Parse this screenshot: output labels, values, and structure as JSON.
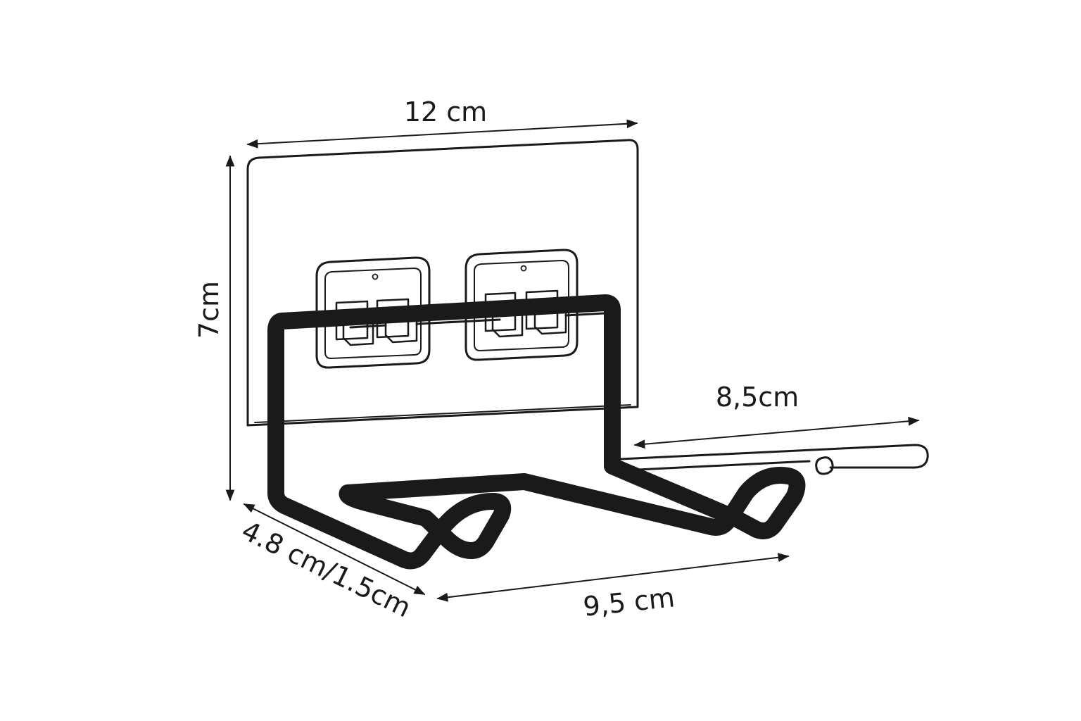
{
  "dimensions": {
    "width_label": "12 cm",
    "height_label": "7cm",
    "arm_label": "8,5cm",
    "depth_label": "4.8 cm/1.5cm",
    "base_label": "9,5 cm"
  },
  "colors": {
    "line": "#1a1a1a",
    "background": "#ffffff"
  }
}
